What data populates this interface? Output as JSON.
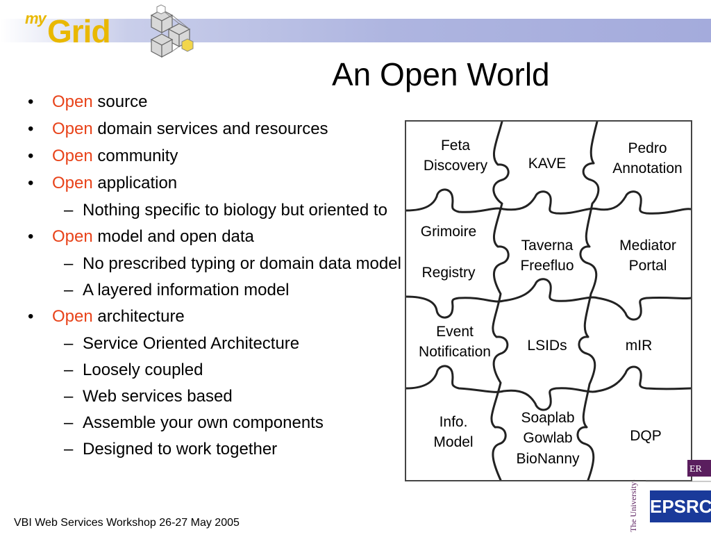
{
  "logo": {
    "my": "my",
    "grid": "Grid"
  },
  "title": "An Open World",
  "bullets": [
    {
      "level": 1,
      "keyword": "Open",
      "rest": "source"
    },
    {
      "level": 1,
      "keyword": "Open",
      "rest": "domain services and resources"
    },
    {
      "level": 1,
      "keyword": "Open",
      "rest": "community"
    },
    {
      "level": 1,
      "keyword": "Open",
      "rest": "application"
    },
    {
      "level": 2,
      "text": "Nothing specific to biology but oriented to"
    },
    {
      "level": 1,
      "keyword": "Open",
      "rest": "model and open data"
    },
    {
      "level": 2,
      "text": "No prescribed typing or domain data model"
    },
    {
      "level": 2,
      "text": "A layered information model"
    },
    {
      "level": 1,
      "keyword": "Open",
      "rest": "architecture"
    },
    {
      "level": 2,
      "text": "Service Oriented Architecture"
    },
    {
      "level": 2,
      "text": "Loosely coupled"
    },
    {
      "level": 2,
      "text": "Web services based"
    },
    {
      "level": 2,
      "text": "Assemble your own components"
    },
    {
      "level": 2,
      "text": "Designed to work together"
    }
  ],
  "bullet_marks": {
    "level1": "•",
    "level2": "–"
  },
  "puzzle": {
    "pieces": [
      {
        "id": "feta",
        "lines": [
          "Feta",
          "Discovery"
        ]
      },
      {
        "id": "kave",
        "lines": [
          "KAVE"
        ]
      },
      {
        "id": "pedro",
        "lines": [
          "Pedro",
          "Annotation"
        ]
      },
      {
        "id": "grimoire",
        "lines": [
          "Grimoire",
          "",
          "Registry"
        ]
      },
      {
        "id": "taverna",
        "lines": [
          "Taverna",
          "Freefluo"
        ]
      },
      {
        "id": "mediator",
        "lines": [
          "Mediator",
          "Portal"
        ]
      },
      {
        "id": "event",
        "lines": [
          "Event",
          "Notification"
        ]
      },
      {
        "id": "lsids",
        "lines": [
          "LSIDs"
        ]
      },
      {
        "id": "mir",
        "lines": [
          "mIR"
        ]
      },
      {
        "id": "info",
        "lines": [
          "Info.",
          "Model"
        ]
      },
      {
        "id": "soaplab",
        "lines": [
          "Soaplab",
          "Gowlab",
          "BioNanny"
        ]
      },
      {
        "id": "dqp",
        "lines": [
          "DQP"
        ]
      }
    ]
  },
  "footer": "VBI Web Services Workshop 26-27 May 2005",
  "partner_logos": {
    "epsrc": "EPSRC",
    "uom": "The University of Manchester"
  },
  "colors": {
    "keyword": "#e8431a",
    "logo": "#e9b800",
    "band": "#a4abdc",
    "epsrc": "#1a3a9a"
  }
}
